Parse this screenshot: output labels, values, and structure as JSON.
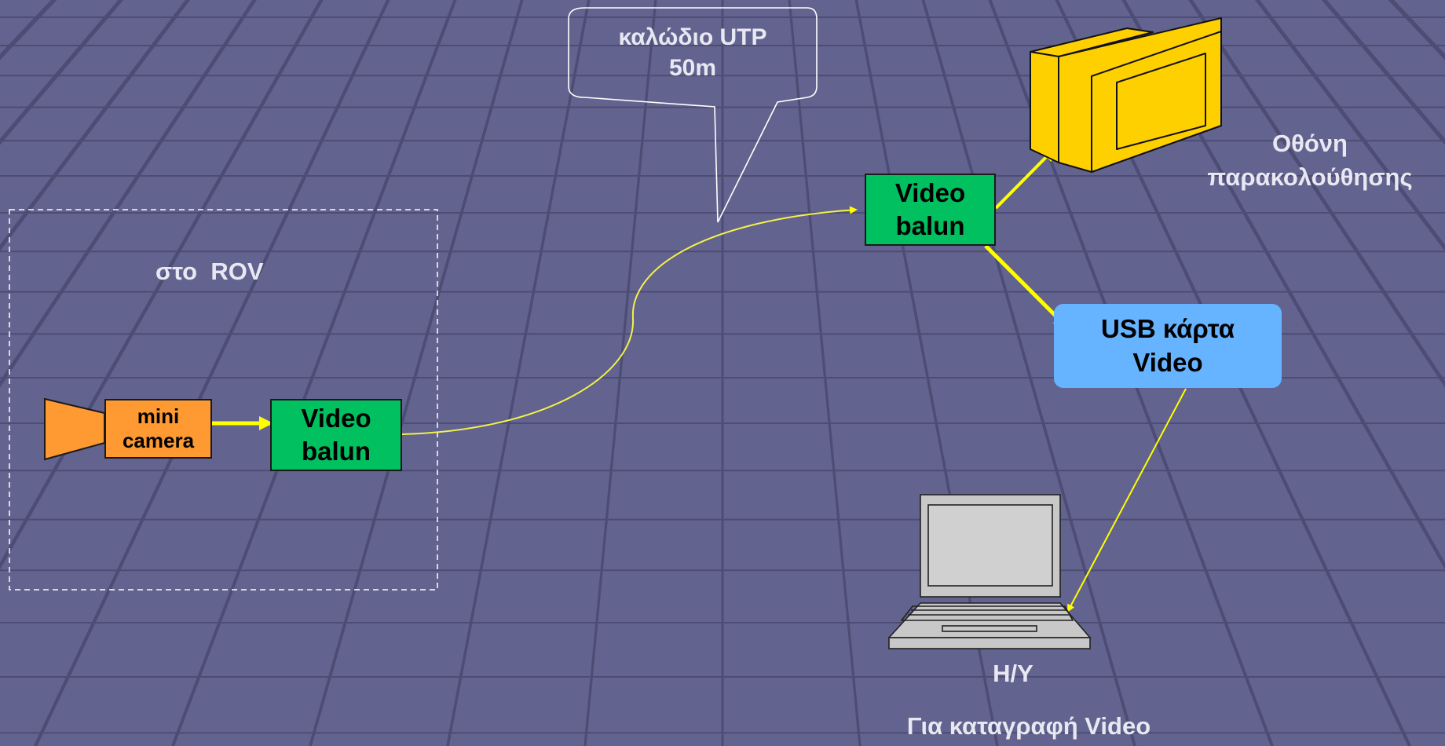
{
  "colors": {
    "background": "#63638f",
    "grid_line": "#4c4c74",
    "label_text": "#e8e8f2",
    "arrow": "#ffff00",
    "cable": "#f2f24a",
    "balun": "#00c060",
    "camera": "#ff9a33",
    "usb_card": "#66b3ff",
    "monitor": "#ffd000",
    "computer": "#c8c8c8"
  },
  "rov_region": {
    "label": "στο  ROV"
  },
  "camera": {
    "line1": "mini",
    "line2": "camera",
    "icon": "video-camera-icon"
  },
  "balun_rov": {
    "line1": "Video",
    "line2": "balun"
  },
  "balun_surface": {
    "line1": "Video",
    "line2": "balun"
  },
  "cable_callout": {
    "line1": "καλώδιο UTP",
    "line2": "50m"
  },
  "usb_card": {
    "line1": "USB κάρτα",
    "line2": "Video"
  },
  "monitor": {
    "line1": "Οθόνη",
    "line2": "παρακολούθησης",
    "icon": "monitor-icon"
  },
  "computer": {
    "label": "H/Y",
    "caption": "Για καταγραφή Video",
    "icon": "laptop-icon"
  }
}
